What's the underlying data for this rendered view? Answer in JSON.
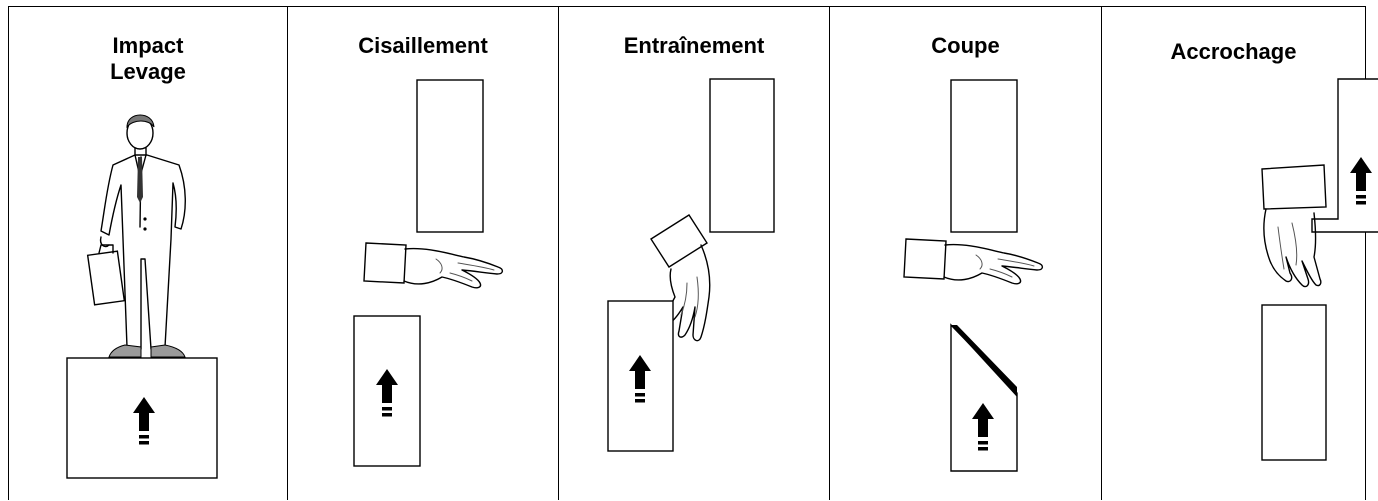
{
  "panels": [
    {
      "title_lines": [
        "Impact",
        "Levage"
      ]
    },
    {
      "title_lines": [
        "Cisaillement"
      ]
    },
    {
      "title_lines": [
        "Entraînement"
      ]
    },
    {
      "title_lines": [
        "Coupe"
      ]
    },
    {
      "title_lines": [
        "Accrochage"
      ]
    }
  ],
  "icons": {
    "person": "person-with-briefcase",
    "card": "card-with-up-arrow",
    "hand": "hand-with-cuff"
  },
  "colors": {
    "line": "#000000",
    "arrow": "#000000",
    "skin": "#ffffff",
    "shoe": "#9a9a9a"
  }
}
